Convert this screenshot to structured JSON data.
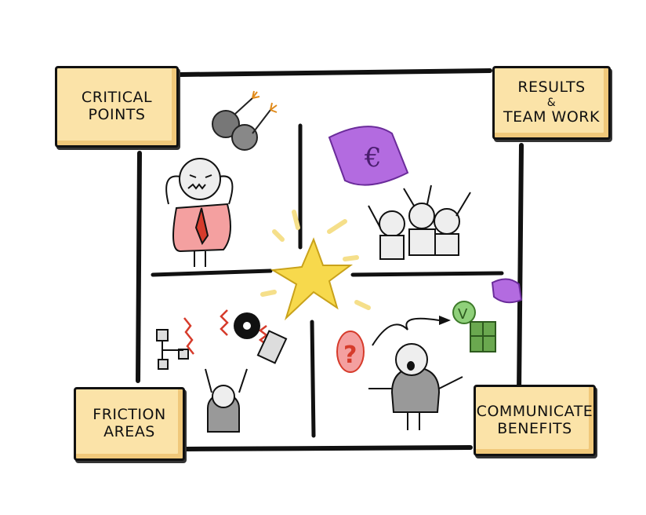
{
  "title": "Quadrant sketch: Critical Points, Results & Team Work, Friction Areas, Communicate Benefits",
  "quadrants": [
    {
      "position": "top-left",
      "line1": "CRITICAL",
      "line2": "POINTS",
      "illustration": "stressed-person-with-bombs"
    },
    {
      "position": "top-right",
      "line1": "RESULTS",
      "connector": "&",
      "line2": "TEAM WORK",
      "illustration": "money-and-cheering-team"
    },
    {
      "position": "bottom-left",
      "line1": "FRICTION",
      "line2": "AREAS",
      "illustration": "person-overwhelmed-by-org-chart-gear-document"
    },
    {
      "position": "bottom-right",
      "line1": "COMMUNICATE",
      "line2": "BENEFITS",
      "illustration": "person-with-question-to-checkmark-gift"
    }
  ],
  "center": {
    "icon": "star-icon",
    "color": "#f7d94c"
  },
  "colors": {
    "label_fill": "#fbe3a8",
    "label_shade": "#f0c87a",
    "money": "#b36be0",
    "red": "#d63b2b",
    "green": "#6aa84f",
    "tie": "#f4a0a0"
  },
  "symbols": {
    "currency": "€",
    "question": "?",
    "check": "V"
  }
}
